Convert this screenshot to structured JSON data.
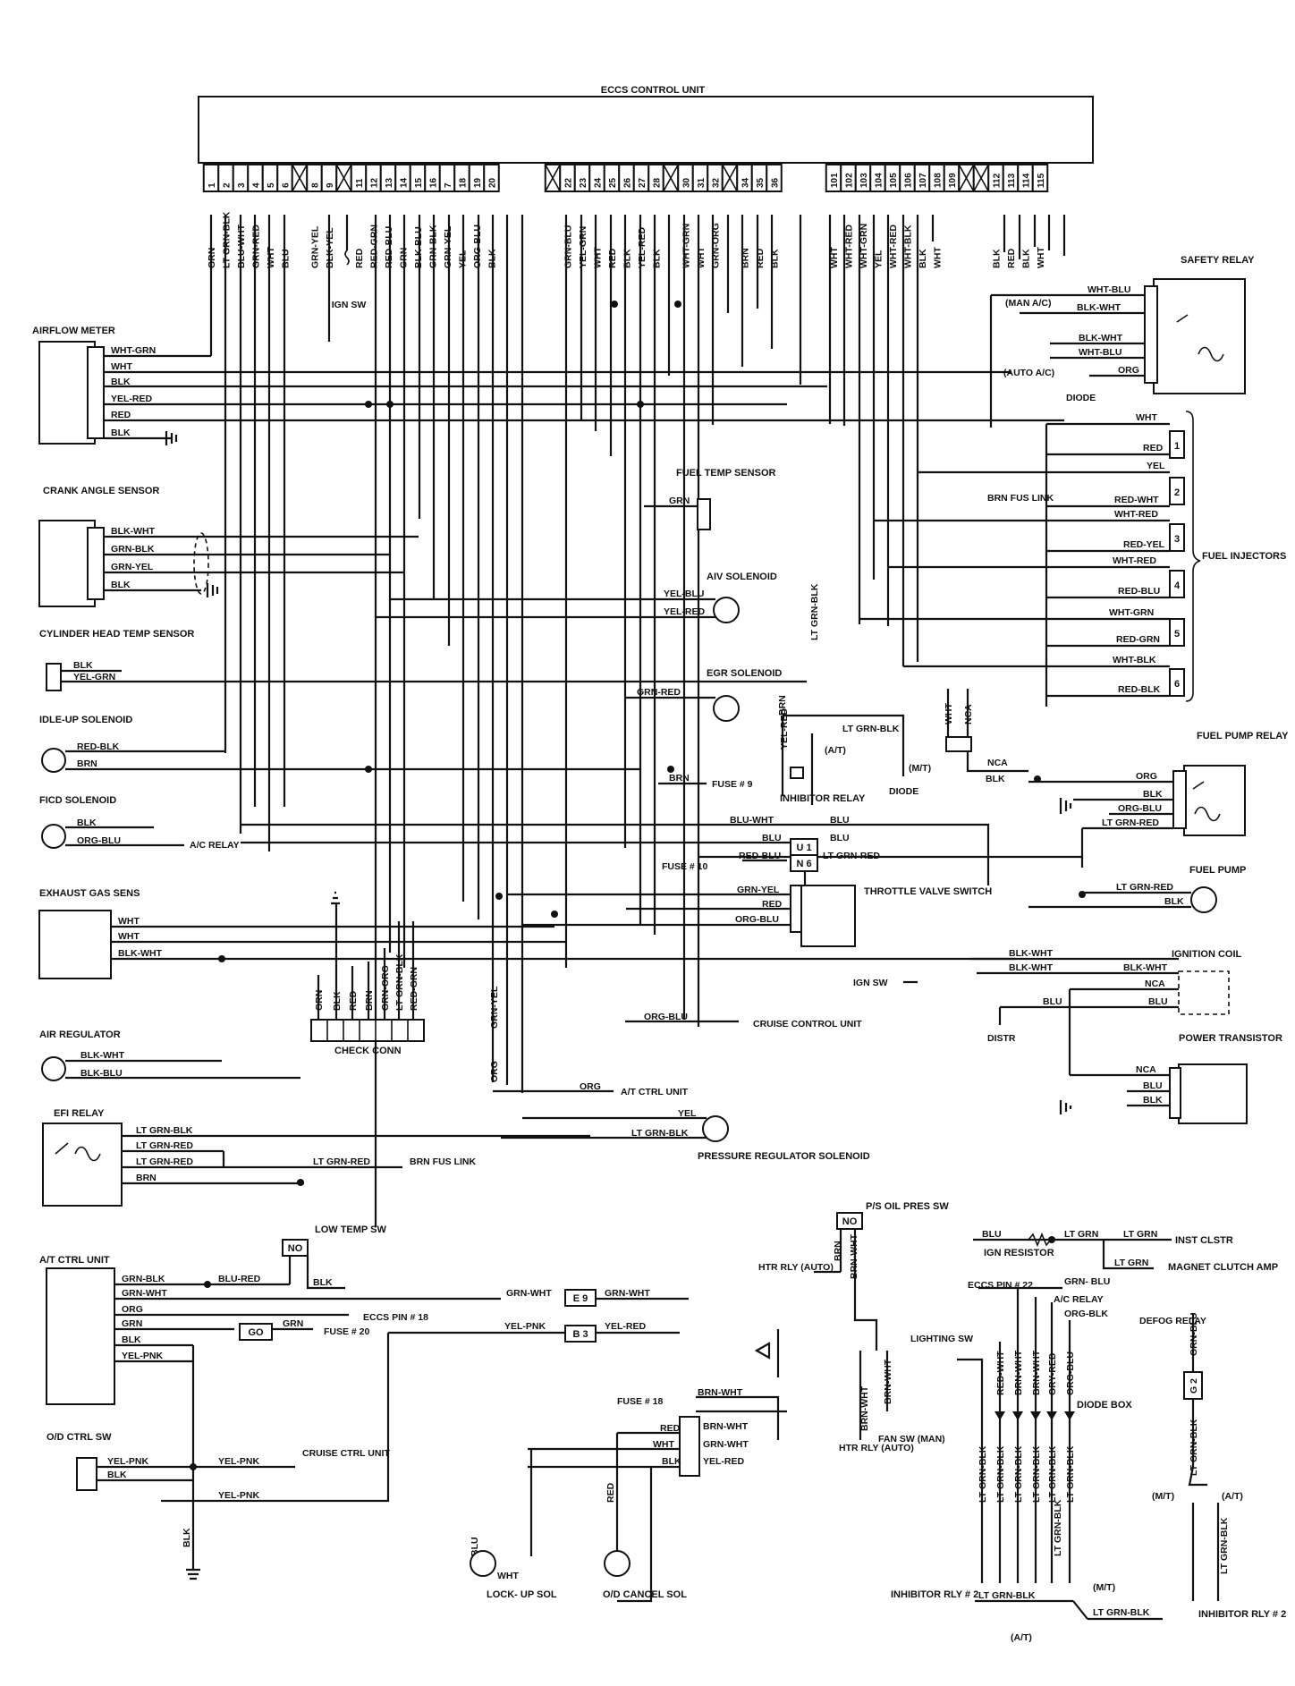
{
  "title": "ECCS CONTROL UNIT",
  "pins": {
    "left": [
      {
        "n": "1",
        "c": "GRN"
      },
      {
        "n": "2",
        "c": "LT GRN-BLK"
      },
      {
        "n": "3",
        "c": "BLU-WHT"
      },
      {
        "n": "4",
        "c": "GRN-RED"
      },
      {
        "n": "5",
        "c": "WHT"
      },
      {
        "n": "6",
        "c": "BLU"
      },
      {
        "n": "",
        "c": ""
      },
      {
        "n": "8",
        "c": "GRN-YEL"
      },
      {
        "n": "9",
        "c": "BLK-YEL"
      },
      {
        "n": "",
        "c": ""
      },
      {
        "n": "11",
        "c": "RED"
      },
      {
        "n": "12",
        "c": "RED-GRN"
      },
      {
        "n": "13",
        "c": "RED-BLU"
      },
      {
        "n": "14",
        "c": "GRN"
      },
      {
        "n": "15",
        "c": "BLK-BLU"
      },
      {
        "n": "16",
        "c": "GRN-BLK"
      },
      {
        "n": "7",
        "c": "GRN-YEL"
      },
      {
        "n": "18",
        "c": "YEL"
      },
      {
        "n": "19",
        "c": "ORG-BLU"
      },
      {
        "n": "20",
        "c": "BLK"
      }
    ],
    "mid": [
      {
        "n": "",
        "c": ""
      },
      {
        "n": "22",
        "c": "GRN-BLU"
      },
      {
        "n": "23",
        "c": "YEL-GRN"
      },
      {
        "n": "24",
        "c": "WHT"
      },
      {
        "n": "25",
        "c": "RED"
      },
      {
        "n": "26",
        "c": "BLK"
      },
      {
        "n": "27",
        "c": "YEL-RED"
      },
      {
        "n": "28",
        "c": "BLK"
      },
      {
        "n": "",
        "c": ""
      },
      {
        "n": "30",
        "c": "WHT-GRN"
      },
      {
        "n": "31",
        "c": "WHT"
      },
      {
        "n": "32",
        "c": "GRN-ORG"
      },
      {
        "n": "",
        "c": ""
      },
      {
        "n": "34",
        "c": "BRN"
      },
      {
        "n": "35",
        "c": "RED"
      },
      {
        "n": "36",
        "c": "BLK"
      }
    ],
    "right": [
      {
        "n": "101",
        "c": "WHT"
      },
      {
        "n": "102",
        "c": "WHT-RED"
      },
      {
        "n": "103",
        "c": "WHT-GRN"
      },
      {
        "n": "104",
        "c": "YEL"
      },
      {
        "n": "105",
        "c": "WHT-RED"
      },
      {
        "n": "106",
        "c": "WHT-BLK"
      },
      {
        "n": "107",
        "c": "BLK"
      },
      {
        "n": "108",
        "c": "WHT"
      },
      {
        "n": "109",
        "c": ""
      },
      {
        "n": "",
        "c": ""
      },
      {
        "n": "",
        "c": ""
      },
      {
        "n": "112",
        "c": "BLK"
      },
      {
        "n": "113",
        "c": "RED"
      },
      {
        "n": "114",
        "c": "BLK"
      },
      {
        "n": "115",
        "c": "WHT"
      }
    ]
  },
  "components": {
    "airflow": {
      "name": "AIRFLOW METER",
      "wires": [
        "WHT-GRN",
        "WHT",
        "BLK",
        "YEL-RED",
        "RED",
        "BLK"
      ]
    },
    "crank": {
      "name": "CRANK ANGLE SENSOR",
      "wires": [
        "BLK-WHT",
        "GRN-BLK",
        "GRN-YEL",
        "BLK"
      ]
    },
    "cht": {
      "name": "CYLINDER HEAD TEMP SENSOR",
      "wires": [
        "BLK",
        "YEL-GRN"
      ]
    },
    "idleup": {
      "name": "IDLE-UP SOLENOID",
      "wires": [
        "RED-BLK",
        "BRN"
      ]
    },
    "ficd": {
      "name": "FICD SOLENOID",
      "wires": [
        "BLK",
        "ORG-BLU"
      ],
      "dest": "A/C RELAY"
    },
    "egs": {
      "name": "EXHAUST GAS SENS",
      "wires": [
        "WHT",
        "WHT",
        "BLK-WHT"
      ]
    },
    "airreg": {
      "name": "AIR REGULATOR",
      "wires": [
        "BLK-WHT",
        "BLK-BLU"
      ]
    },
    "efi": {
      "name": "EFI RELAY",
      "wires": [
        "LT GRN-BLK",
        "LT GRN-RED",
        "LT GRN-RED",
        "BRN"
      ],
      "link": "LT GRN-RED",
      "dest": "BRN FUS LINK"
    },
    "atctrl": {
      "name": "A/T CTRL UNIT",
      "wires": [
        "GRN-BLK",
        "GRN-WHT",
        "ORG",
        "GRN",
        "BLK",
        "YEL-PNK"
      ]
    },
    "odctrl": {
      "name": "O/D CTRL SW",
      "wires": [
        "YEL-PNK",
        "BLK"
      ]
    },
    "lowtemp": {
      "name": "LOW TEMP SW",
      "sw": "NO",
      "wires": [
        "BLU-RED",
        "BLK"
      ]
    },
    "fueltemp": {
      "name": "FUEL TEMP SENSOR",
      "wires": [
        "GRN"
      ]
    },
    "aiv": {
      "name": "AIV SOLENOID",
      "wires": [
        "YEL-BLU",
        "YEL-RED"
      ]
    },
    "egr": {
      "name": "EGR SOLENOID",
      "wires": [
        "GRN-RED"
      ]
    },
    "inhibitor": {
      "name": "INHIBITOR RELAY",
      "wires": [
        "LT GRN-BLK",
        "LT GRN-BLK",
        "YEL-RED",
        "BRN"
      ],
      "fuse": "FUSE # 9",
      "at": "(A/T)",
      "mt": "(M/T)",
      "diode": "DIODE"
    },
    "un": {
      "u": "U 1",
      "n": "N 6",
      "wires": [
        "BLU-WHT",
        "BLU",
        "BLU",
        "RED-BLU",
        "LT GRN-RED"
      ],
      "fuse": "FUSE # 10"
    },
    "tvs": {
      "name": "THROTTLE VALVE SWITCH",
      "wires": [
        "GRN-YEL",
        "RED",
        "ORG-BLU"
      ]
    },
    "checkconn": {
      "name": "CHECK CONN",
      "wires": [
        "GRN",
        "BLK",
        "RED",
        "BRN",
        "GRN-ORG",
        "LT GRN-BLK",
        "RED-GRN"
      ]
    },
    "cruise": {
      "wire": "ORG-BLU",
      "dest": "CRUISE CONTROL UNIT"
    },
    "atctrl2": {
      "wire": "ORG",
      "dest": "A/T CTRL UNIT",
      "gv": "GRN-YEL",
      "org": "ORG"
    },
    "prs": {
      "name": "PRESSURE REGULATOR SOLENOID",
      "wires": [
        "YEL",
        "LT GRN-BLK"
      ]
    },
    "safety": {
      "name": "SAFETY RELAY",
      "wires": [
        "WHT-BLU",
        "BLK-WHT",
        "BLK-WHT",
        "WHT-BLU",
        "ORG"
      ],
      "man": "(MAN A/C)",
      "auto": "(AUTO A/C)",
      "diode": "DIODE"
    },
    "injectors": {
      "name": "FUEL INJECTORS",
      "wires": [
        "WHT",
        "RED",
        "YEL",
        "RED-WHT",
        "WHT-RED",
        "RED-YEL",
        "WHT-RED",
        "RED-BLU",
        "WHT-GRN",
        "RED-GRN",
        "WHT-BLK",
        "RED-BLK"
      ],
      "nums": [
        "1",
        "2",
        "3",
        "4",
        "5",
        "6"
      ],
      "link": "BRN FUS LINK"
    },
    "fuelpumprelay": {
      "name": "FUEL PUMP RELAY",
      "wires": [
        "ORG",
        "BLK",
        "ORG-BLU",
        "LT GRN-RED"
      ],
      "wht": "WHT",
      "nca": "NCA",
      "blk": "BLK"
    },
    "fuelpump": {
      "name": "FUEL PUMP",
      "wires": [
        "LT GRN-RED",
        "BLK"
      ]
    },
    "ignition": {
      "name": "IGNITION COIL",
      "wires": [
        "BLK-WHT",
        "BLK-WHT",
        "BLK-WHT",
        "NCA",
        "BLU",
        "BLU"
      ],
      "ignsw": "IGN SW",
      "distr": "DISTR"
    },
    "powertr": {
      "name": "POWER TRANSISTOR",
      "wires": [
        "NCA",
        "BLU",
        "BLK"
      ]
    },
    "ps": {
      "name": "P/S OIL PRES SW",
      "sw": "NO",
      "wires": [
        "BRN",
        "BRN-WHT"
      ],
      "htr": "HTR RLY (AUTO)",
      "fan": "FAN SW (MAN)",
      "htr2": "HTR RLY (AUTO)",
      "w2": [
        "BRN-WHT",
        "BRN-WHT"
      ]
    },
    "ignres": {
      "name": "IGN RESISTOR",
      "wires": [
        "BLU",
        "LT GRN",
        "LT GRN",
        "LT GRN"
      ],
      "inst": "INST CLSTR",
      "magnet": "MAGNET CLUTCH AMP"
    },
    "pin18": {
      "e9": "E 9",
      "b3": "B 3",
      "go": "GO",
      "grnwht": "GRN-WHT",
      "yelpnk": "YEL-PNK",
      "yelred": "YEL-RED",
      "pin": "ECCS PIN # 18",
      "grn": "GRN",
      "fuse20": "FUSE # 20"
    },
    "lockup": {
      "fuse": "FUSE # 18",
      "wires": [
        "BRN-WHT",
        "BRN-WHT",
        "RED",
        "WHT",
        "BLK",
        "GRN-WHT",
        "YEL-RED",
        "BLU",
        "WHT",
        "RED"
      ],
      "lock": "LOCK- UP SOL",
      "od": "O/D CANCEL SOL"
    },
    "odcruise": {
      "wire": "YEL-PNK",
      "dest": "CRUISE CTRL UNIT",
      "blk": "BLK",
      "yp2": "YEL-PNK"
    },
    "diodebox": {
      "name": "DIODE BOX",
      "pin22": "ECCS PIN # 22",
      "grnblu": "GRN- BLU",
      "acrelay": "A/C RELAY",
      "orgblk": "ORG-BLK",
      "defog": "DEFOG RELAY",
      "lighting": "LIGHTING SW",
      "top": [
        "RED-WHT",
        "BRN-WHT",
        "BRN-WHT",
        "GRY-RED",
        "ORG-BLU"
      ],
      "bot": [
        "LT GRN-BLK",
        "LT GRN-BLK",
        "LT GRN-BLK",
        "LT GRN-BLK",
        "LT GRN-BLK",
        "LT GRN-BLK"
      ],
      "g2": "G 2",
      "grnblu2": "GRN-BLU",
      "ltgrnblk": "LT GRN-BLK",
      "mt": "(M/T)",
      "at": "(A/T)"
    },
    "inhib2": {
      "name": "INHIBITOR RLY # 2",
      "name2": "INHIBITOR RLY # 2",
      "wires": [
        "LT GRN-BLK",
        "LT GRN-BLK",
        "LT GRN-BLK",
        "LT GRN-BLK"
      ],
      "mt": "(M/T)",
      "at": "(A/T)"
    },
    "ign_sw_top": "IGN SW"
  }
}
